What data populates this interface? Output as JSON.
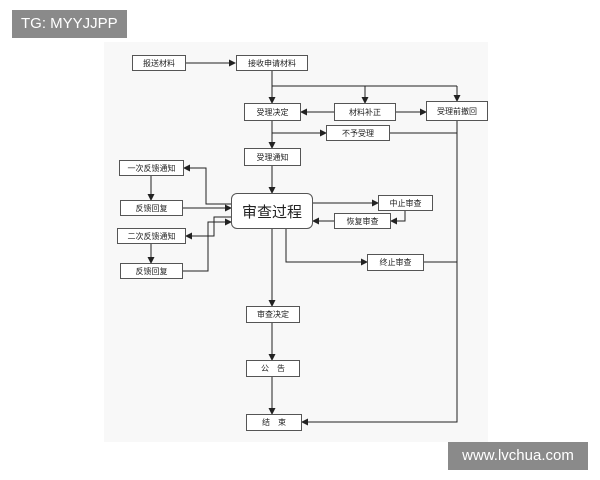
{
  "watermarks": {
    "top_left": "TG: MYYJJPP",
    "bottom_right": "www.lvchua.com"
  },
  "flowchart": {
    "nodes": {
      "submit": "报送材料",
      "receive": "接收申请材料",
      "accept_decision": "受理决定",
      "material_supplement": "材料补正",
      "withdraw_before": "受理前撤回",
      "not_accept": "不予受理",
      "accept_notice": "受理通知",
      "feedback_notice_1": "一次反馈通知",
      "feedback_reply_1": "反馈回复",
      "feedback_notice_2": "二次反馈通知",
      "feedback_reply_2": "反馈回复",
      "review_process": "审查过程",
      "suspend_review": "中止审查",
      "resume_review": "恢复审查",
      "terminate_review": "终止审查",
      "review_decision": "审查决定",
      "announcement": "公　告",
      "end": "结　束"
    },
    "edges": [
      [
        "submit",
        "receive"
      ],
      [
        "receive",
        "accept_decision"
      ],
      [
        "receive",
        "material_supplement"
      ],
      [
        "receive",
        "withdraw_before"
      ],
      [
        "material_supplement",
        "accept_decision"
      ],
      [
        "material_supplement",
        "withdraw_before"
      ],
      [
        "accept_decision",
        "not_accept"
      ],
      [
        "accept_decision",
        "accept_notice"
      ],
      [
        "accept_notice",
        "review_process"
      ],
      [
        "review_process",
        "feedback_notice_1"
      ],
      [
        "feedback_notice_1",
        "feedback_reply_1"
      ],
      [
        "feedback_reply_1",
        "review_process"
      ],
      [
        "review_process",
        "feedback_notice_2"
      ],
      [
        "feedback_notice_2",
        "feedback_reply_2"
      ],
      [
        "feedback_reply_2",
        "review_process"
      ],
      [
        "review_process",
        "suspend_review"
      ],
      [
        "suspend_review",
        "resume_review"
      ],
      [
        "resume_review",
        "review_process"
      ],
      [
        "review_process",
        "terminate_review"
      ],
      [
        "review_process",
        "review_decision"
      ],
      [
        "review_decision",
        "announcement"
      ],
      [
        "announcement",
        "end"
      ],
      [
        "withdraw_before",
        "end"
      ]
    ]
  }
}
